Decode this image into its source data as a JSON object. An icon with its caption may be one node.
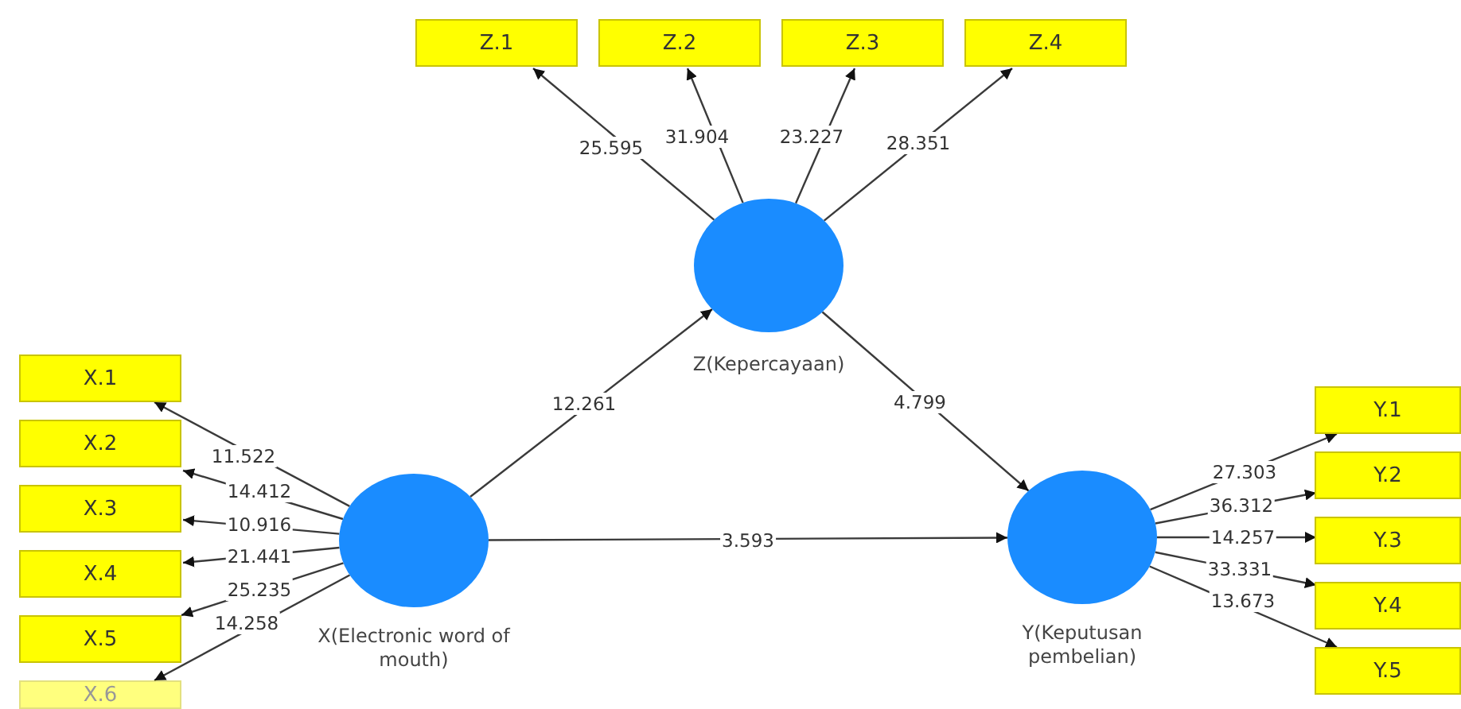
{
  "diagram": {
    "nodes": [
      {
        "text": [
          "Z.1"
        ]
      },
      {
        "text": [
          "Z.2"
        ]
      },
      {
        "text": [
          "Z.3"
        ]
      },
      {
        "text": [
          "Z.4"
        ]
      },
      {
        "text": [
          "Z(Kepercayaan)"
        ]
      },
      {
        "text": [
          "X.1"
        ]
      },
      {
        "text": [
          "X.2"
        ]
      },
      {
        "text": [
          "X.3"
        ]
      },
      {
        "text": [
          "X.4"
        ]
      },
      {
        "text": [
          "X.5"
        ]
      },
      {
        "text": [
          "X.6"
        ]
      },
      {
        "text": [
          "X(Electronic word of mouth)"
        ]
      },
      {
        "text": [
          "Y(Keputusan pembelian)"
        ]
      },
      {
        "text": [
          "Y.1"
        ]
      },
      {
        "text": [
          "Y.2"
        ]
      },
      {
        "text": [
          "Y.3"
        ]
      },
      {
        "text": [
          "Y.4"
        ]
      },
      {
        "text": [
          "Y.5"
        ]
      }
    ],
    "edges": [
      {
        "from": 4,
        "to": 0,
        "arrow": "to",
        "label": "25.595"
      },
      {
        "from": 4,
        "to": 1,
        "arrow": "to",
        "label": "31.904"
      },
      {
        "from": 4,
        "to": 2,
        "arrow": "to",
        "label": "23.227"
      },
      {
        "from": 4,
        "to": 3,
        "arrow": "to",
        "label": "28.351"
      },
      {
        "from": 11,
        "to": 5,
        "arrow": "to",
        "label": "11.522"
      },
      {
        "from": 11,
        "to": 6,
        "arrow": "to",
        "label": "14.412"
      },
      {
        "from": 11,
        "to": 7,
        "arrow": "to",
        "label": "10.916"
      },
      {
        "from": 11,
        "to": 8,
        "arrow": "to",
        "label": "21.441"
      },
      {
        "from": 11,
        "to": 9,
        "arrow": "to",
        "label": "25.235"
      },
      {
        "from": 11,
        "to": 10,
        "arrow": "to",
        "label": "14.258"
      },
      {
        "from": 11,
        "to": 4,
        "arrow": "to",
        "label": "12.261"
      },
      {
        "from": 4,
        "to": 12,
        "arrow": "to",
        "label": "4.799"
      },
      {
        "from": 11,
        "to": 12,
        "arrow": "to",
        "label": "3.593"
      },
      {
        "from": 12,
        "to": 13,
        "arrow": "to",
        "label": "27.303"
      },
      {
        "from": 12,
        "to": 14,
        "arrow": "to",
        "label": "36.312"
      },
      {
        "from": 12,
        "to": 15,
        "arrow": "to",
        "label": "14.257"
      },
      {
        "from": 12,
        "to": 16,
        "arrow": "to",
        "label": "33.331"
      },
      {
        "from": 12,
        "to": 17,
        "arrow": "to",
        "label": "13.673"
      }
    ]
  }
}
